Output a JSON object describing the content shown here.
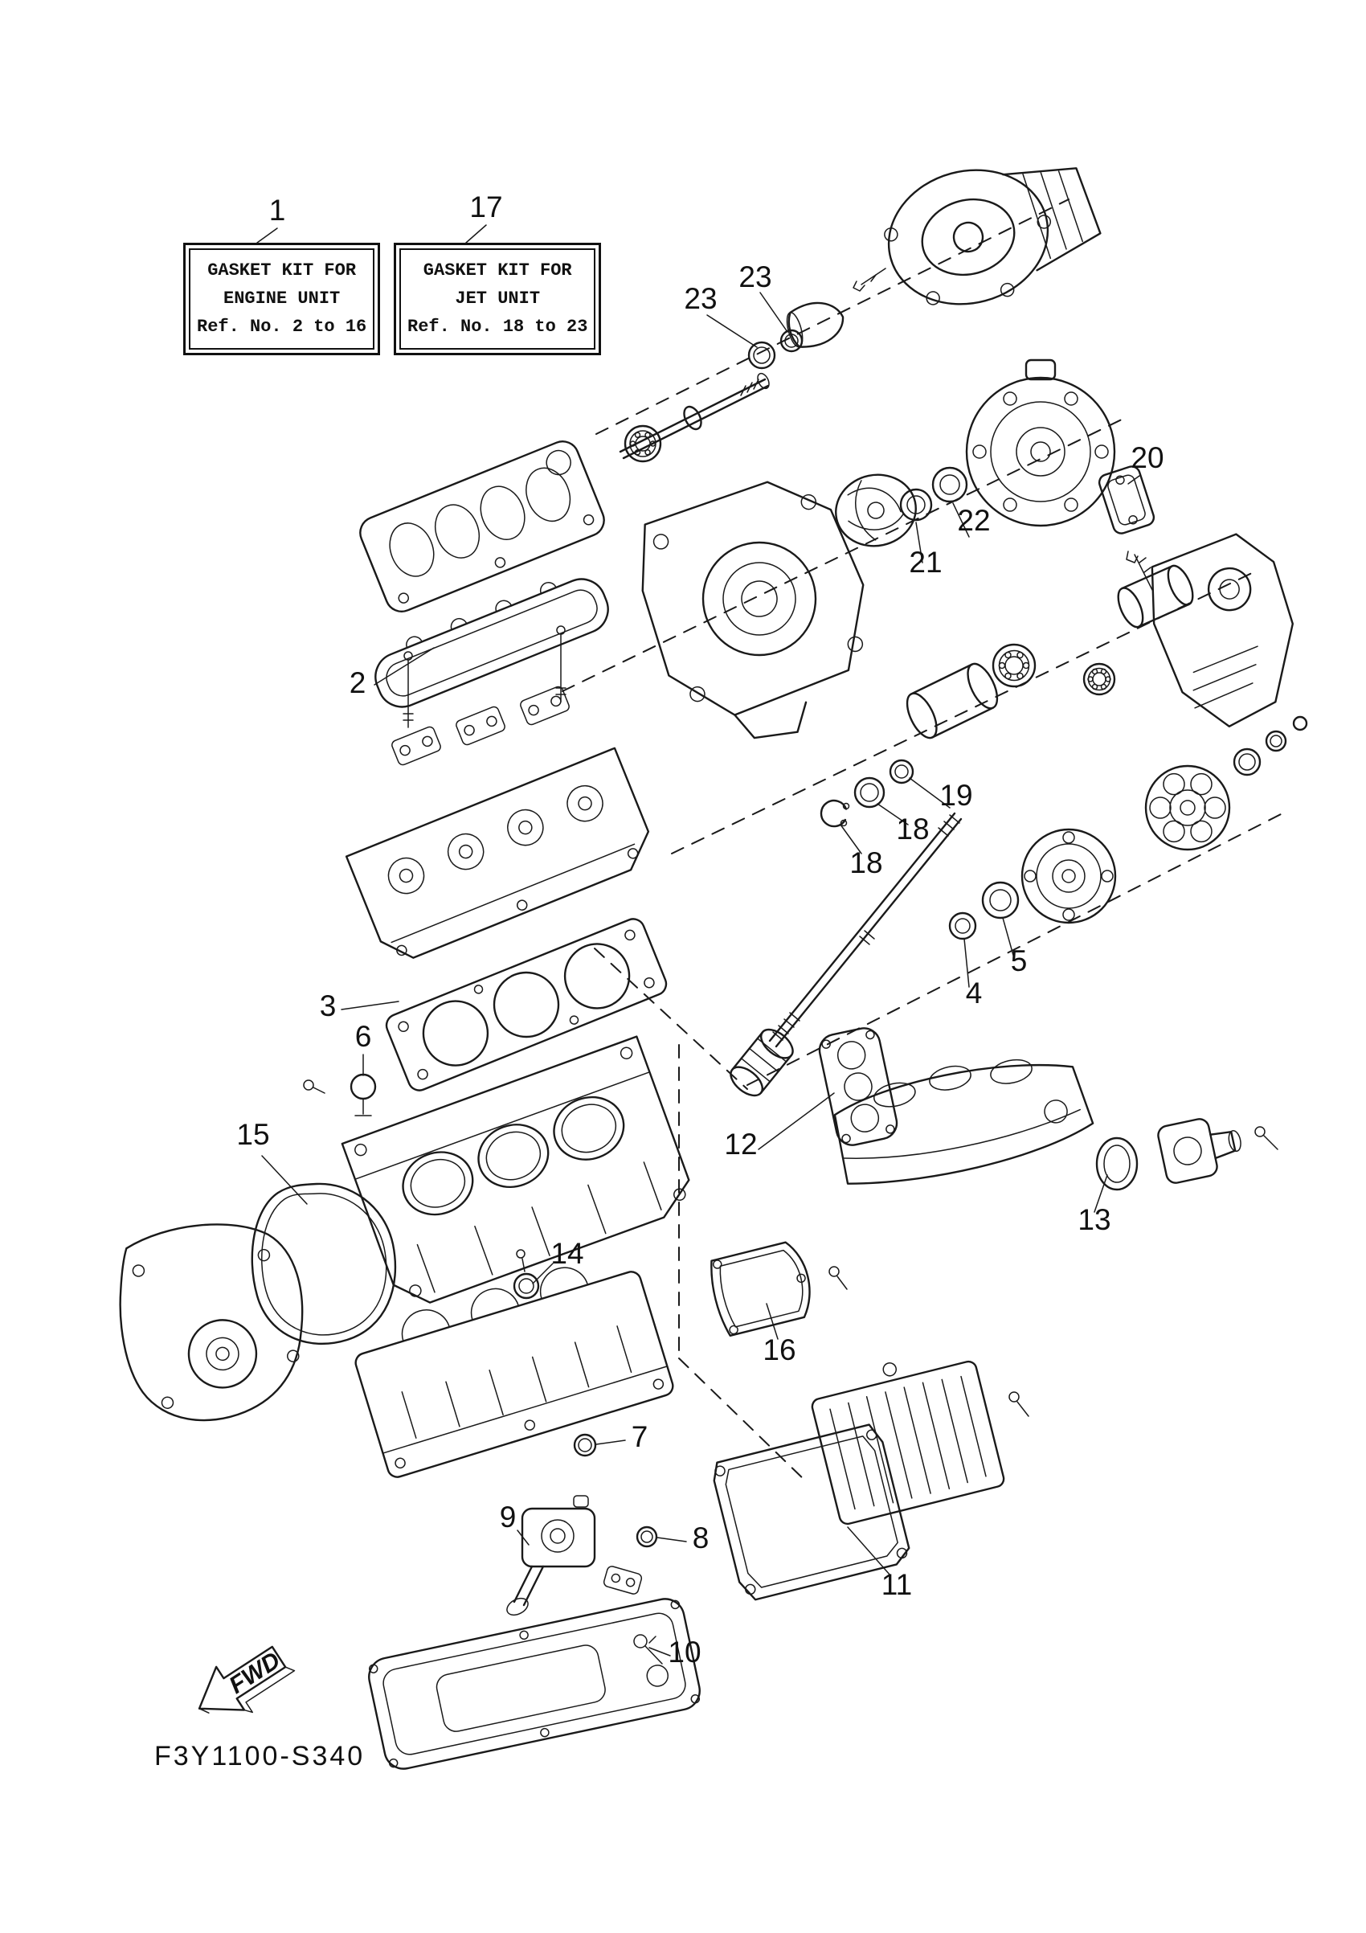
{
  "colors": {
    "ink": "#1a1a1a",
    "paper": "#ffffff"
  },
  "kit_labels": [
    {
      "ref": "1",
      "line1": "GASKET KIT FOR",
      "line2": "ENGINE UNIT",
      "line3": "Ref. No. 2 to 16"
    },
    {
      "ref": "17",
      "line1": "GASKET KIT FOR",
      "line2": "JET UNIT",
      "line3": "Ref. No. 18 to 23"
    }
  ],
  "callouts": [
    {
      "ref": "23"
    },
    {
      "ref": "23"
    },
    {
      "ref": "20"
    },
    {
      "ref": "22"
    },
    {
      "ref": "21"
    },
    {
      "ref": "2"
    },
    {
      "ref": "18"
    },
    {
      "ref": "18"
    },
    {
      "ref": "19"
    },
    {
      "ref": "5"
    },
    {
      "ref": "4"
    },
    {
      "ref": "3"
    },
    {
      "ref": "6"
    },
    {
      "ref": "15"
    },
    {
      "ref": "12"
    },
    {
      "ref": "13"
    },
    {
      "ref": "14"
    },
    {
      "ref": "16"
    },
    {
      "ref": "7"
    },
    {
      "ref": "9"
    },
    {
      "ref": "8"
    },
    {
      "ref": "11"
    },
    {
      "ref": "10"
    }
  ],
  "fwd_marker": {
    "label": "FWD"
  },
  "footer": {
    "drawing_code": "F3Y1100-S340"
  }
}
